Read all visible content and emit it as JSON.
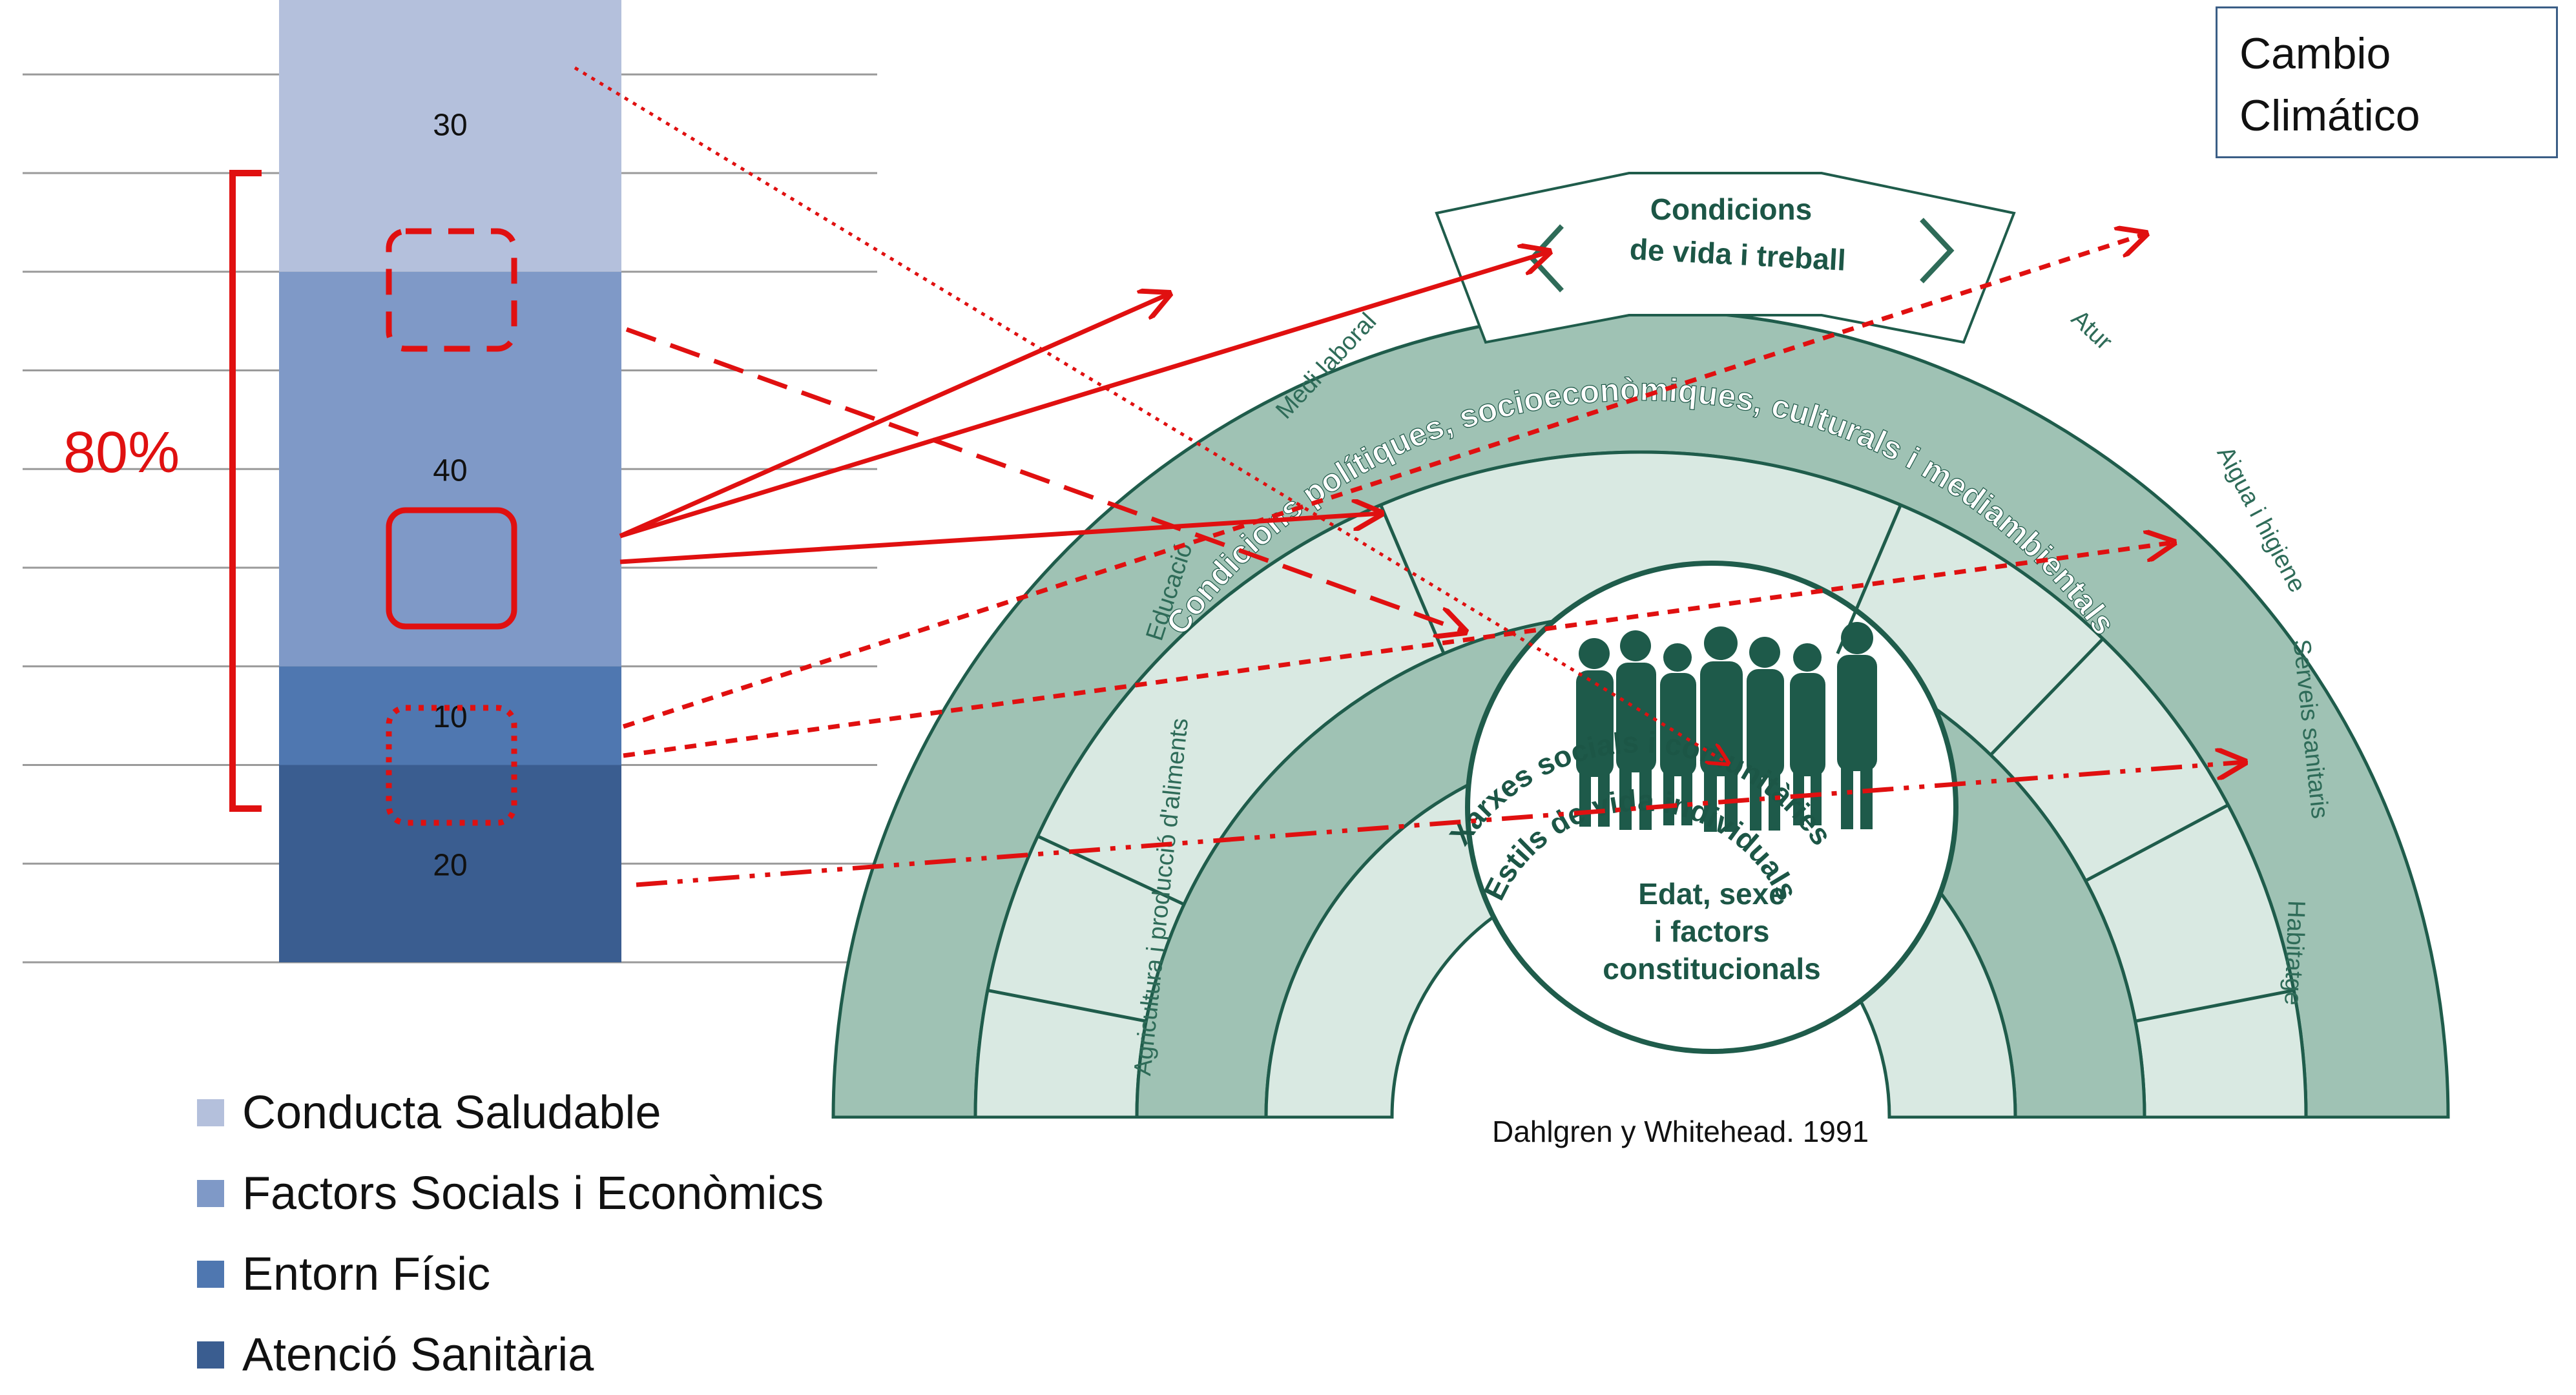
{
  "chart_data": {
    "type": "bar",
    "stacked": true,
    "categories": [
      ""
    ],
    "series": [
      {
        "name": "Conducta Saludable",
        "values": [
          30
        ],
        "color": "#b4c0dc"
      },
      {
        "name": "Factors Socials i Econòmics",
        "values": [
          40
        ],
        "color": "#7f99c7"
      },
      {
        "name": "Entorn Físic",
        "values": [
          10
        ],
        "color": "#4f77b0"
      },
      {
        "name": "Atenció Sanitària",
        "values": [
          20
        ],
        "color": "#3a5d90"
      }
    ],
    "data_labels": [
      "30",
      "40",
      "10",
      "20"
    ],
    "ylim": [
      0,
      100
    ],
    "grid": true,
    "legend_position": "bottom-left",
    "bracket_label": "80%"
  },
  "diagram": {
    "callout": {
      "line1": "Cambio",
      "line2": "Climático"
    },
    "credit": "Dahlgren y Whitehead. 1991",
    "outer_ring_title": "Condicions polítiques, socioeconòmiques, culturals i mediambientals",
    "living_conditions_title": "Condicions",
    "living_conditions_subtitle": "de vida i treball",
    "segments": [
      "Agricultura i producció d'aliments",
      "Educació",
      "Medi laboral",
      "Atur",
      "Aigua i higiene",
      "Serveis sanitaris",
      "Habitatge"
    ],
    "network_ring": "Xarxes socials i comunitàries",
    "lifestyle_ring": "Estils de vida individuals",
    "core_line1": "Edat, sexe",
    "core_line2": "i factors",
    "core_line3": "constitucionals"
  },
  "colors": {
    "accent": "#e01010",
    "ring_dark": "#9fc2b4",
    "ring_light": "#d9e9e2",
    "ring_stroke": "#1f5c4b",
    "text_green": "#1c5646"
  }
}
